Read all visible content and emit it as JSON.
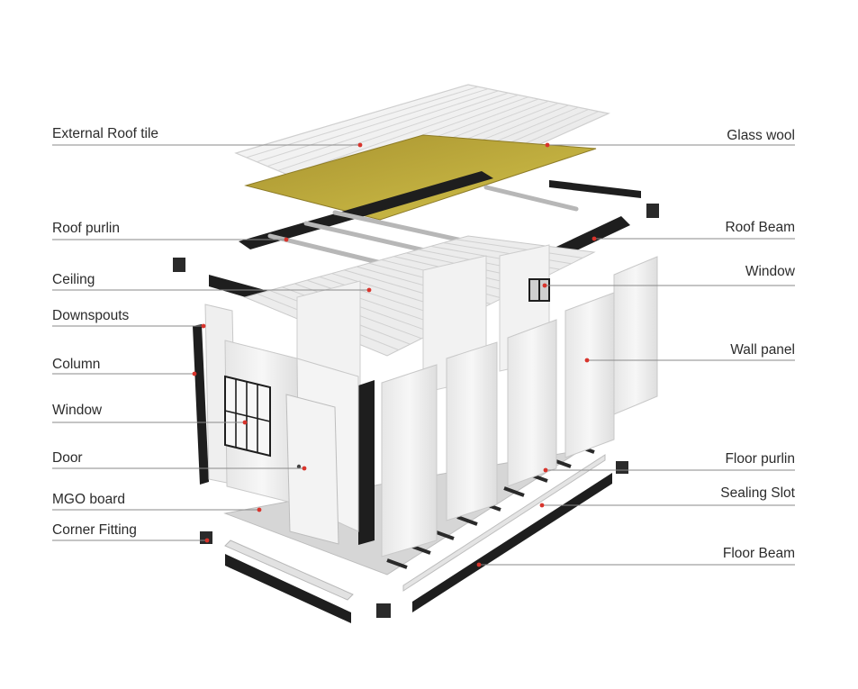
{
  "labels": {
    "left": [
      "External Roof tile",
      "Roof purlin",
      "Ceiling",
      "Downspouts",
      "Column",
      "Window",
      "Door",
      "MGO board",
      "Corner Fitting"
    ],
    "right": [
      "Glass wool",
      "Roof Beam",
      "Window",
      "Wall panel",
      "Floor purlin",
      "Sealing Slot",
      "Floor Beam"
    ]
  },
  "colors": {
    "line": "#8a8a8a",
    "dot": "#d8342c",
    "beam": "#1e1e1e",
    "panel": "#f1f1f1",
    "glass_wool": "#c7b43a"
  }
}
